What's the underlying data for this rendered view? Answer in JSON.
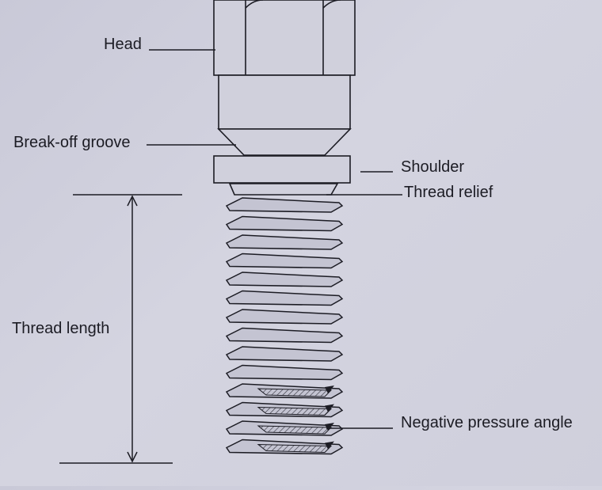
{
  "labels": {
    "head": "Head",
    "break_off_groove": "Break-off groove",
    "shoulder": "Shoulder",
    "thread_relief": "Thread relief",
    "thread_length": "Thread length",
    "negative_pressure_angle": "Negative pressure angle"
  },
  "colors": {
    "line": "#1c1c24",
    "face": "#d0d0dc",
    "thread_face": "#c4c4d2",
    "hatch": "#3a3a44"
  }
}
